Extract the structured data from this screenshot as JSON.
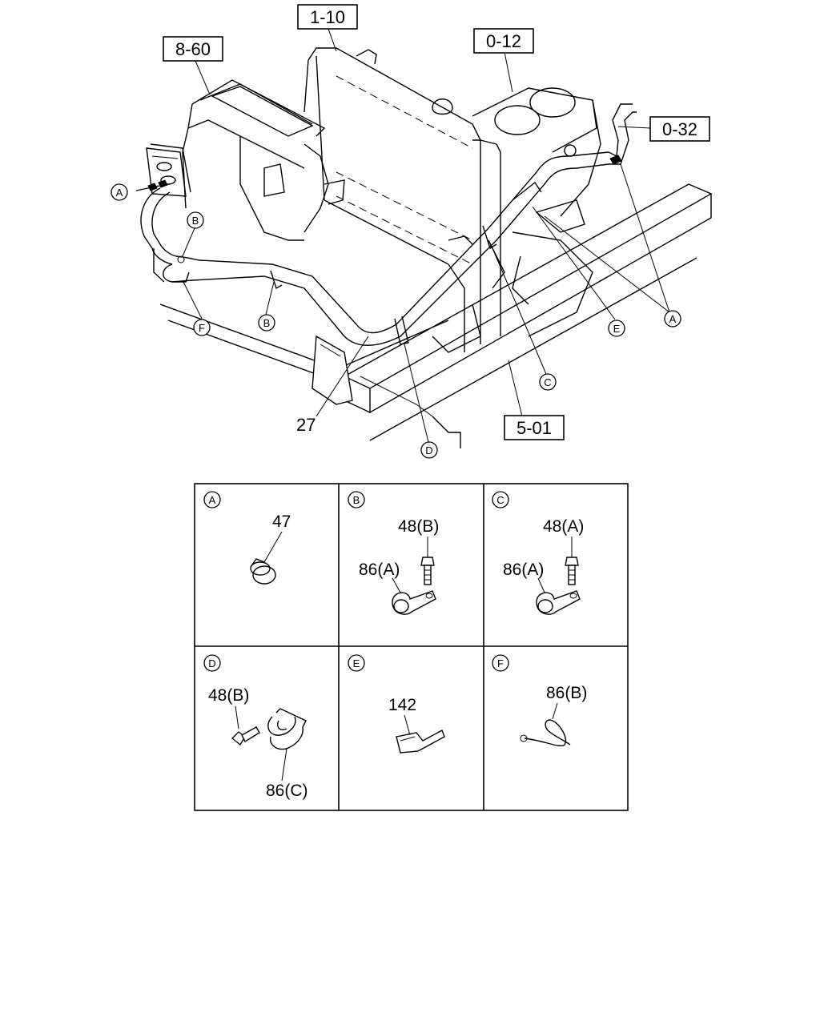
{
  "refs": {
    "r1": "1-10",
    "r2": "8-60",
    "r3": "0-12",
    "r4": "0-32",
    "r5": "5-01"
  },
  "parts": {
    "p27": "27",
    "p47": "47",
    "p48b": "48(B)",
    "p48a": "48(A)",
    "p86a": "86(A)",
    "p86c": "86(C)",
    "p86b": "86(B)",
    "p142": "142"
  },
  "letters": {
    "a": "A",
    "b": "B",
    "c": "C",
    "d": "D",
    "e": "E",
    "f": "F"
  }
}
